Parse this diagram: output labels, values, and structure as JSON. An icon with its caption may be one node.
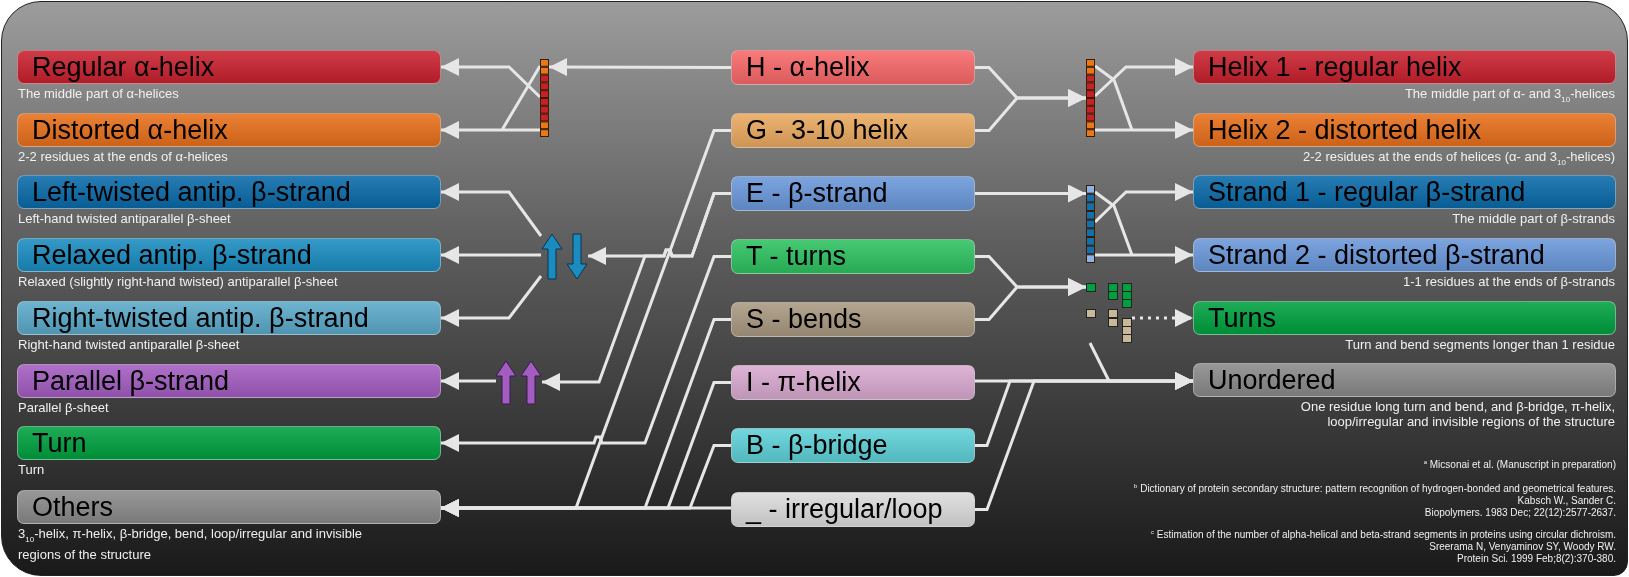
{
  "diagram": {
    "nodes": [
      {
        "text": [
          "Regular α-helix"
        ],
        "beside": [
          "The middle part of α-helices"
        ]
      },
      {
        "text": [
          "Distorted α-helix"
        ],
        "beside": [
          "2-2 residues at the ends of α-helices"
        ]
      },
      {
        "text": [
          "Left-twisted antip. β-strand"
        ],
        "beside": [
          "Left-hand twisted antiparallel β-sheet"
        ]
      },
      {
        "text": [
          "Relaxed antip. β-strand"
        ],
        "beside": [
          "Relaxed (slightly right-hand twisted) antiparallel β-sheet"
        ]
      },
      {
        "text": [
          "Right-twisted antip. β-strand"
        ],
        "beside": [
          "Right-hand twisted antiparallel β-sheet"
        ]
      },
      {
        "text": [
          "Parallel β-strand"
        ],
        "beside": [
          "Parallel β-sheet"
        ]
      },
      {
        "text": [
          "Turn"
        ],
        "beside": [
          "Turn"
        ]
      },
      {
        "text": [
          "Others"
        ],
        "beside": [
          "3$_{10}$-helix, π-helix, β-bridge, bend, loop/irregular and invisible regions of the structure"
        ]
      },
      {
        "text": [
          "H - α-helix"
        ]
      },
      {
        "text": [
          "G - 3-10 helix"
        ]
      },
      {
        "text": [
          "E - β-strand"
        ]
      },
      {
        "text": [
          "T - turns"
        ]
      },
      {
        "text": [
          "S - bends"
        ]
      },
      {
        "text": [
          "I - π-helix"
        ]
      },
      {
        "text": [
          "B - β-bridge"
        ]
      },
      {
        "text": [
          "_ - irregular/loop"
        ]
      },
      {
        "text": [
          "Helix 1 - regular helix"
        ],
        "beside": [
          "The middle part of α- and 3$_{10}$-helices"
        ]
      },
      {
        "text": [
          "Helix 2 - distorted helix"
        ],
        "beside": [
          "2-2 residues at the ends of helices (α- and 3$_{10}$-helices)"
        ]
      },
      {
        "text": [
          "Strand 1 - regular β-strand"
        ],
        "beside": [
          "The middle part of β-strands"
        ]
      },
      {
        "text": [
          "Strand 2 - distorted β-strand"
        ],
        "beside": [
          "1-1 residues at the ends of β-strands"
        ]
      },
      {
        "text": [
          "Turns"
        ],
        "beside": [
          "Turn and bend segments longer than 1 residue"
        ]
      },
      {
        "text": [
          "Unordered"
        ],
        "beside": [
          "One residue long turn and bend, and β-bridge, π-helix, loop/irregular and invisible regions of the structure"
        ]
      },
      {
        "text": [],
        "shape": "picture"
      },
      {
        "text": [],
        "shape": "picture"
      },
      {
        "text": [],
        "shape": "picture"
      },
      {
        "text": [],
        "shape": "picture"
      },
      {
        "text": [],
        "shape": "picture"
      },
      {
        "text": [],
        "shape": "picture"
      }
    ],
    "edges": [
      {
        "from": 8,
        "to": 22,
        "arrow": "to"
      },
      {
        "from": 22,
        "to": 0,
        "arrow": "to"
      },
      {
        "from": 22,
        "to": 1,
        "arrow": "to"
      },
      {
        "from": 10,
        "to": 23,
        "arrow": "to"
      },
      {
        "from": 10,
        "to": 24,
        "arrow": "to"
      },
      {
        "from": 23,
        "to": 2,
        "arrow": "to"
      },
      {
        "from": 23,
        "to": 3,
        "arrow": "to"
      },
      {
        "from": 23,
        "to": 4,
        "arrow": "to"
      },
      {
        "from": 24,
        "to": 5,
        "arrow": "to"
      },
      {
        "from": 11,
        "to": 6,
        "arrow": "to"
      },
      {
        "from": 9,
        "to": 7,
        "arrow": "to"
      },
      {
        "from": 12,
        "to": 7,
        "arrow": "to"
      },
      {
        "from": 13,
        "to": 7,
        "arrow": "to"
      },
      {
        "from": 14,
        "to": 7,
        "arrow": "to"
      },
      {
        "from": 15,
        "to": 7,
        "arrow": "to"
      },
      {
        "from": 8,
        "to": 25,
        "arrow": "to"
      },
      {
        "from": 9,
        "to": 25,
        "arrow": "to"
      },
      {
        "from": 25,
        "to": 16,
        "arrow": "to"
      },
      {
        "from": 25,
        "to": 17,
        "arrow": "to"
      },
      {
        "from": 10,
        "to": 26,
        "arrow": "to"
      },
      {
        "from": 26,
        "to": 18,
        "arrow": "to"
      },
      {
        "from": 26,
        "to": 19,
        "arrow": "to"
      },
      {
        "from": 11,
        "to": 27,
        "arrow": "to"
      },
      {
        "from": 12,
        "to": 27,
        "arrow": "to"
      },
      {
        "from": 27,
        "to": 20,
        "arrow": "to",
        "style": "dashed"
      },
      {
        "from": 27,
        "to": 21,
        "arrow": "to"
      },
      {
        "from": 13,
        "to": 21,
        "arrow": "to"
      },
      {
        "from": 14,
        "to": 21,
        "arrow": "to"
      },
      {
        "from": 15,
        "to": 21,
        "arrow": "to"
      }
    ],
    "labels": [
      "$^{a}$ Micsonai et al. (Manuscript in preparation)",
      "$^{b}$ Dictionary of protein secondary structure: pattern recognition of hydrogen-bonded and geometrical features.",
      "Kabsch W., Sander C.",
      "Biopolymers. 1983 Dec; 22(12):2577-2637.",
      "$^{c}$ Estimation of the number of alpha-helical and beta-strand segments in proteins using circular dichroism.",
      "Sreerama N, Venyaminov SY, Woody RW.",
      "Protein Sci. 1999 Feb;8(2):370-380."
    ]
  }
}
